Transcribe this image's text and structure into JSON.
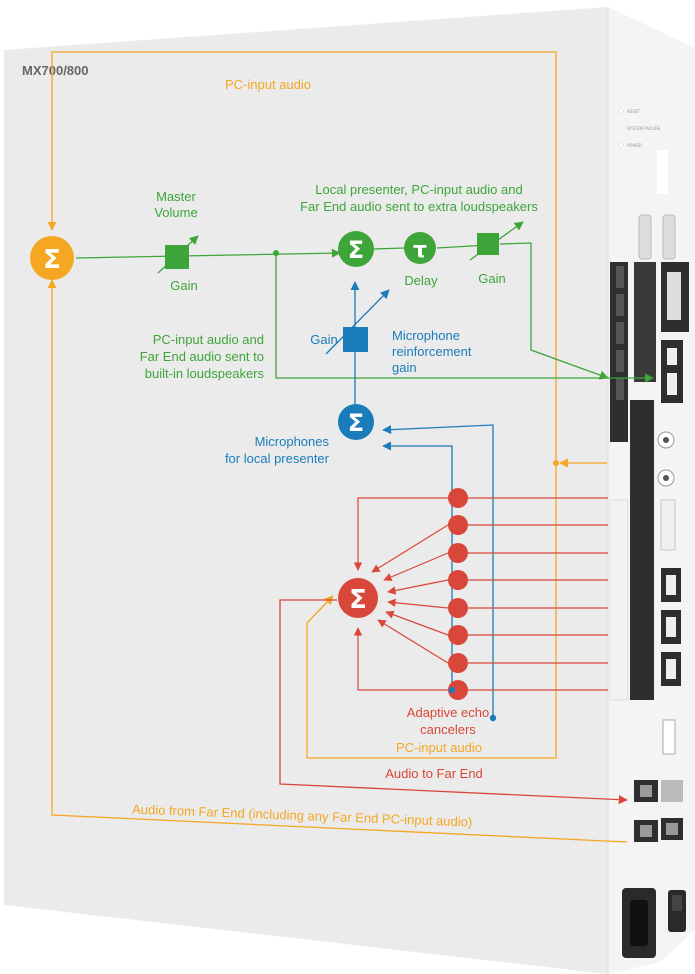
{
  "device": {
    "title": "MX700/800"
  },
  "colors": {
    "orange": "#f5a623",
    "green": "#3ea53a",
    "blue": "#1a7cba",
    "red": "#d9473a",
    "panel": "#ececec"
  },
  "labels": {
    "pc_input_top": "PC-input audio",
    "master_volume_line1": "Master",
    "master_volume_line2": "Volume",
    "gain_master": "Gain",
    "extra_line1": "Local presenter, PC-input audio and",
    "extra_line2": "Far End audio sent to extra loudspeakers",
    "delay": "Delay",
    "gain_extra": "Gain",
    "builtin_line1": "PC-input audio and",
    "builtin_line2": "Far End audio sent to",
    "builtin_line3": "built-in loudspeakers",
    "gain_mic": "Gain",
    "mic_reinf_line1": "Microphone",
    "mic_reinf_line2": "reinforcement",
    "mic_reinf_line3": "gain",
    "mics_line1": "Microphones",
    "mics_line2": "for local presenter",
    "aec_line1": "Adaptive echo",
    "aec_line2": "cancelers",
    "pc_input_bottom": "PC-input audio",
    "audio_to_far_end": "Audio to Far End",
    "audio_from_far_end": "Audio from Far End (including any Far End PC-input audio)"
  },
  "symbols": {
    "sum": "Σ",
    "delay": "τ"
  },
  "indicators": [
    "RESET",
    "SYSTEM FAILURE",
    "POWER"
  ]
}
